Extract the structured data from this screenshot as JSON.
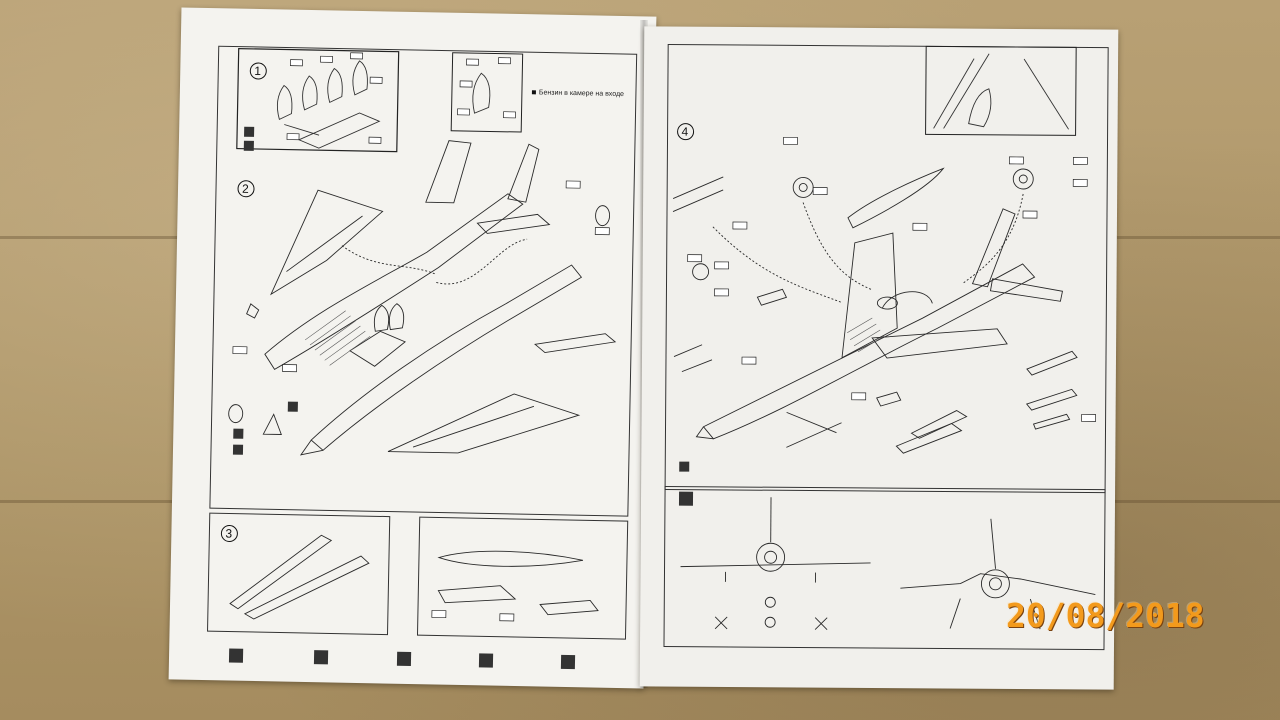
{
  "photo": {
    "date_stamp": "20/08/2018",
    "left_page": {
      "steps": [
        "1",
        "2",
        "3"
      ],
      "note": "Бензин в камере на входе"
    },
    "right_page": {
      "steps": [
        "4"
      ]
    }
  }
}
